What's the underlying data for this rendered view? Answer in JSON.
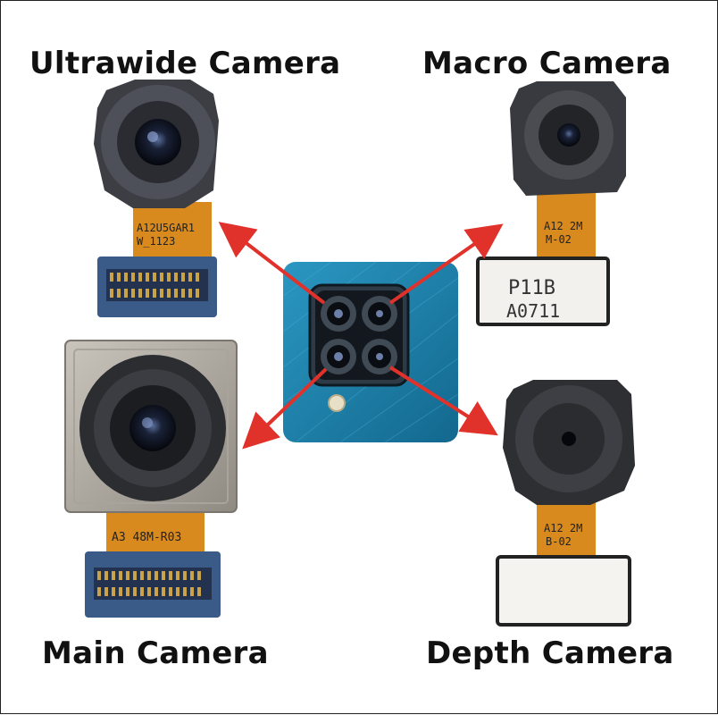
{
  "labels": {
    "ultrawide": "Ultrawide Camera",
    "macro": "Macro Camera",
    "main": "Main Camera",
    "depth": "Depth Camera"
  },
  "flex_text": {
    "ultrawide_line1": "A12U5GAR1",
    "ultrawide_line2": "W_1123",
    "macro_line1": "A12 2M",
    "macro_line2": "M-02",
    "macro_plate_line1": "P11B",
    "macro_plate_line2": "A0711",
    "main_line": "A3 48M-R03",
    "depth_line1": "A12 2M",
    "depth_line2": "B-02"
  },
  "colors": {
    "phone_blue": "#1d7fa8",
    "arrow_red": "#e0322b",
    "flex_orange": "#d98a1e",
    "pcb_blue": "#3a5a88"
  }
}
